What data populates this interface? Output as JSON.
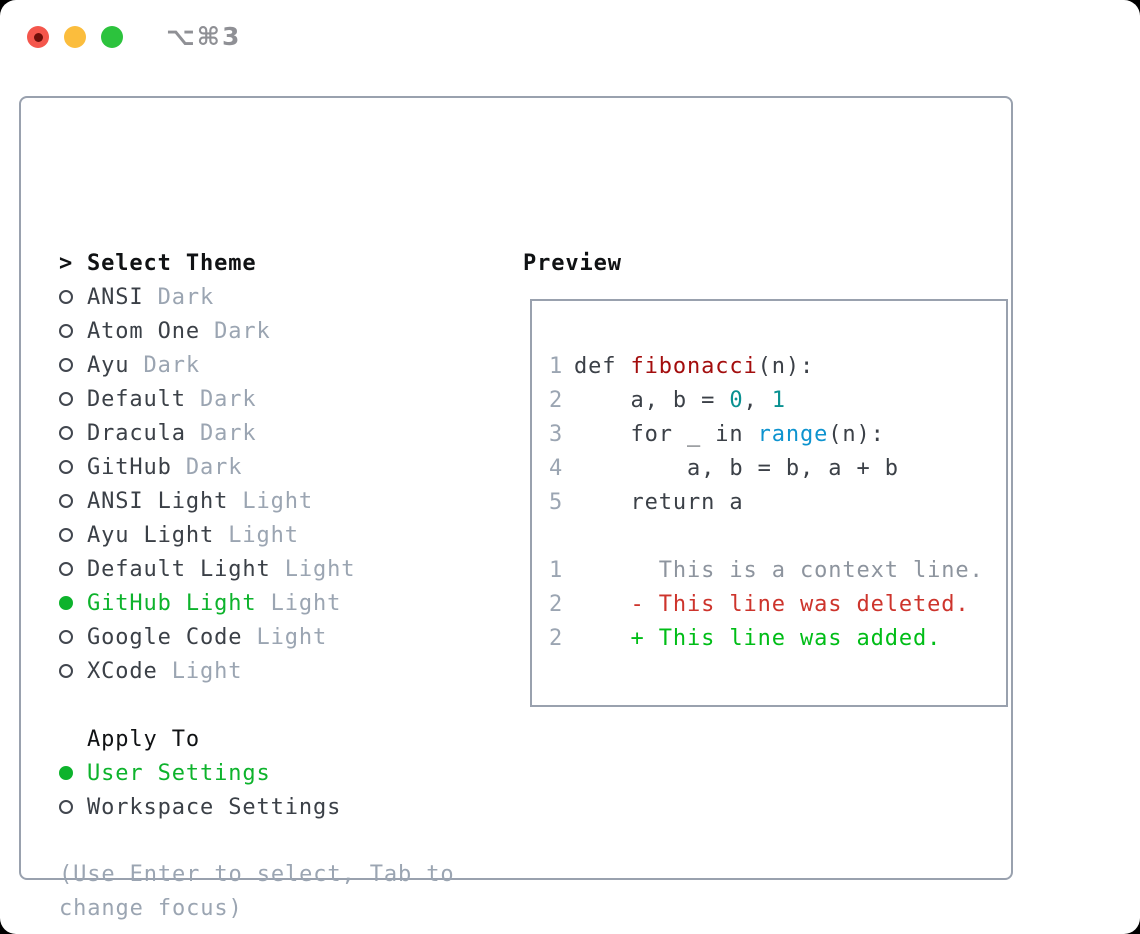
{
  "window": {
    "title_shortcut": "⌥⌘3",
    "traffic_lights": [
      "close",
      "minimize",
      "zoom"
    ]
  },
  "theme_picker": {
    "header": {
      "marker": ">",
      "label": "Select Theme"
    },
    "themes": [
      {
        "name": "ANSI",
        "variant": "Dark",
        "selected": false
      },
      {
        "name": "Atom One",
        "variant": "Dark",
        "selected": false
      },
      {
        "name": "Ayu",
        "variant": "Dark",
        "selected": false
      },
      {
        "name": "Default",
        "variant": "Dark",
        "selected": false
      },
      {
        "name": "Dracula",
        "variant": "Dark",
        "selected": false
      },
      {
        "name": "GitHub",
        "variant": "Dark",
        "selected": false
      },
      {
        "name": "ANSI Light",
        "variant": "Light",
        "selected": false
      },
      {
        "name": "Ayu Light",
        "variant": "Light",
        "selected": false
      },
      {
        "name": "Default Light",
        "variant": "Light",
        "selected": false
      },
      {
        "name": "GitHub Light",
        "variant": "Light",
        "selected": true
      },
      {
        "name": "Google Code",
        "variant": "Light",
        "selected": false
      },
      {
        "name": "XCode",
        "variant": "Light",
        "selected": false
      }
    ],
    "apply_to": {
      "label": "Apply To",
      "options": [
        {
          "label": "User Settings",
          "selected": true
        },
        {
          "label": "Workspace Settings",
          "selected": false
        }
      ]
    },
    "hint": "(Use Enter to select, Tab to\nchange focus)"
  },
  "preview": {
    "label": "Preview",
    "code_lines": [
      {
        "num": "1",
        "segments": [
          {
            "text": "def ",
            "color": "fg"
          },
          {
            "text": "fibonacci",
            "color": "func_red"
          },
          {
            "text": "(n):",
            "color": "fg"
          }
        ]
      },
      {
        "num": "2",
        "segments": [
          {
            "text": "    a, b = ",
            "color": "fg"
          },
          {
            "text": "0",
            "color": "num_teal"
          },
          {
            "text": ", ",
            "color": "fg"
          },
          {
            "text": "1",
            "color": "num_teal"
          }
        ]
      },
      {
        "num": "3",
        "segments": [
          {
            "text": "    for _ in ",
            "color": "fg"
          },
          {
            "text": "range",
            "color": "builtin_blue"
          },
          {
            "text": "(n):",
            "color": "fg"
          }
        ]
      },
      {
        "num": "4",
        "segments": [
          {
            "text": "        a, b = b, a + b",
            "color": "fg"
          }
        ]
      },
      {
        "num": "5",
        "segments": [
          {
            "text": "    return a",
            "color": "fg"
          }
        ]
      },
      {
        "num": "",
        "segments": []
      },
      {
        "num": "1",
        "segments": [
          {
            "text": "      This is a context line.",
            "color": "context_gray"
          }
        ]
      },
      {
        "num": "2",
        "segments": [
          {
            "text": "    - This line was deleted.",
            "color": "diff_red"
          }
        ]
      },
      {
        "num": "2",
        "segments": [
          {
            "text": "    + This line was added.",
            "color": "diff_green"
          }
        ]
      }
    ]
  },
  "colors": {
    "fg": "#3b4047",
    "header": "#101214",
    "dim": "#9ba5b2",
    "green": "#0db32c",
    "diff_red": "#cd342c",
    "diff_green": "#00bd17",
    "func_red": "#a30d0d",
    "num_teal": "#0a9191",
    "builtin_blue": "#0d93cf",
    "line_num": "#9ba5b2",
    "context_gray": "#8d949e",
    "border": "#99a1ae",
    "title_gray": "#8f9095",
    "traffic_red": "#f4564c",
    "traffic_red_inner": "#6d0f0a",
    "traffic_yellow": "#fbbd3d",
    "traffic_green": "#2cc33d"
  }
}
